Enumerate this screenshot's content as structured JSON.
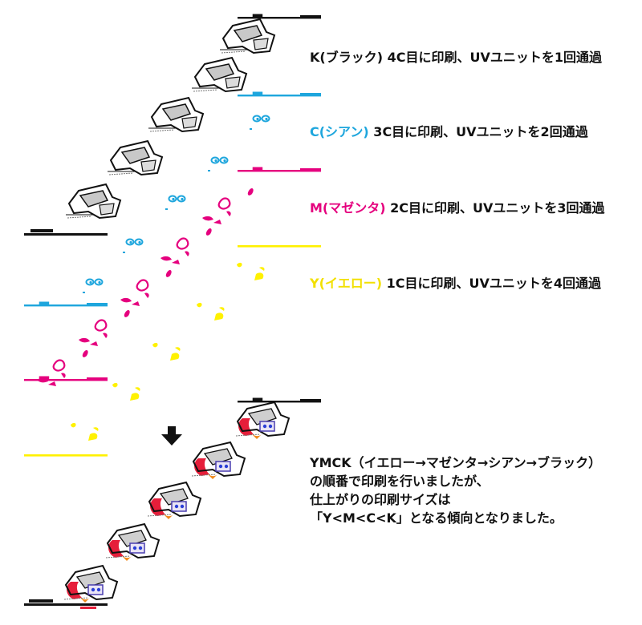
{
  "colors": {
    "K": "#111111",
    "C": "#1ea6dd",
    "M": "#e5007e",
    "Y": "#fff100"
  },
  "layers": [
    {
      "key": "K",
      "ink": "K(ブラック)",
      "rest": " 4C目に印刷、UVユニットを1回通過"
    },
    {
      "key": "C",
      "ink": "C(シアン)",
      "rest": " 3C目に印刷、UVユニットを2回通過"
    },
    {
      "key": "M",
      "ink": "M(マゼンタ)",
      "rest": " 2C目に印刷、UVユニットを3回通過"
    },
    {
      "key": "Y",
      "ink": "Y(イエロー)",
      "rest": " 1C目に印刷、UVユニットを4回通過"
    }
  ],
  "arrow_icon": "down-arrow-icon",
  "summary": {
    "line1": "YMCK（イエロー→マゼンタ→シアン→ブラック）",
    "line2": "の順番で印刷を行いましたが、",
    "line3": "仕上がりの印刷サイズは",
    "line4": "「Y<M<C<K」となる傾向となりました。"
  }
}
